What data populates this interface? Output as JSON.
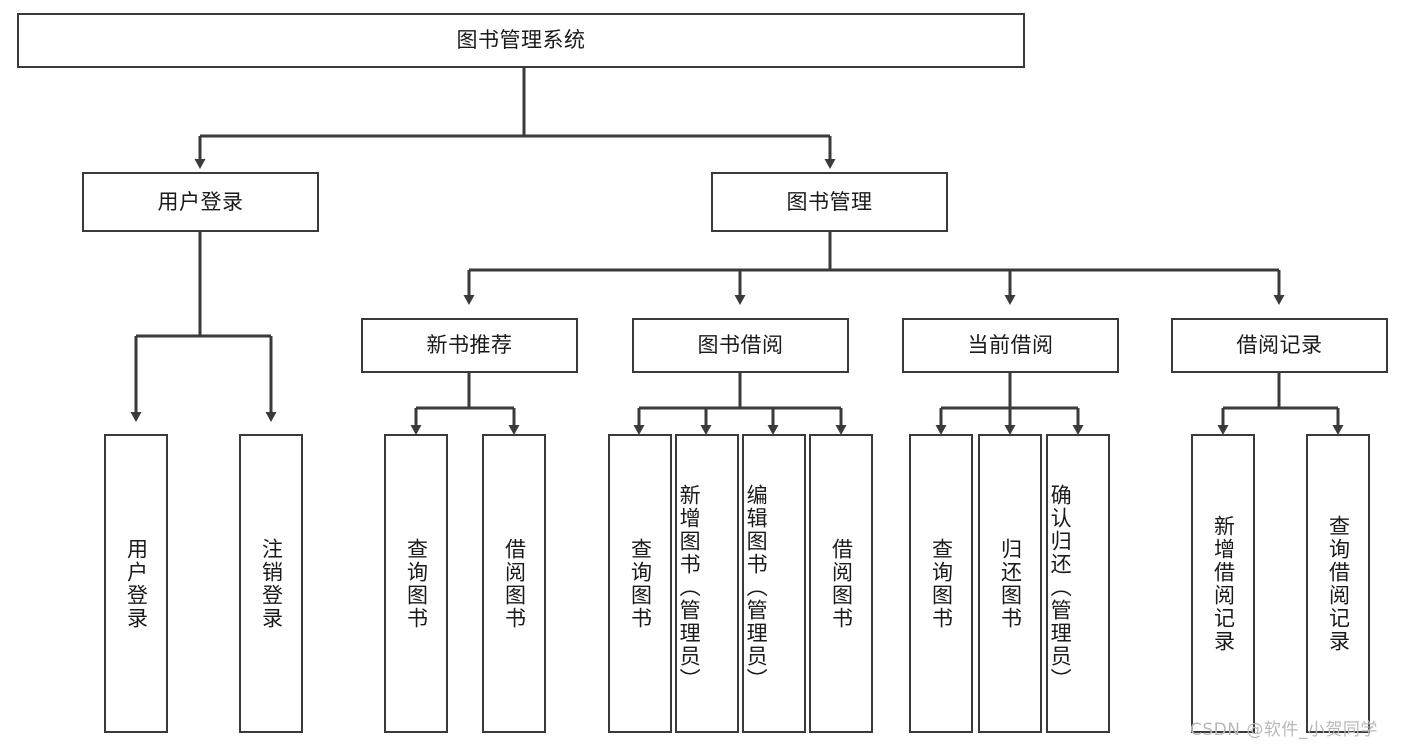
{
  "diagram": {
    "title": "图书管理系统",
    "watermark": "CSDN @软件_小贺同学",
    "colors": {
      "stroke": "#3a3a3a",
      "fill": "#ffffff",
      "text": "#1a1a1a",
      "watermark": "#b9b9b9"
    },
    "root": {
      "label": "图书管理系统"
    },
    "level2": [
      {
        "label": "用户登录"
      },
      {
        "label": "图书管理"
      }
    ],
    "level3": [
      {
        "label": "新书推荐"
      },
      {
        "label": "图书借阅"
      },
      {
        "label": "当前借阅"
      },
      {
        "label": "借阅记录"
      }
    ],
    "leaves": {
      "user_login": [
        {
          "label": "用户登录"
        },
        {
          "label": "注销登录"
        }
      ],
      "new_book_recommend": [
        {
          "label": "查询图书"
        },
        {
          "label": "借阅图书"
        }
      ],
      "book_borrow": [
        {
          "label": "查询图书"
        },
        {
          "label": "新增图书（管理员）"
        },
        {
          "label": "编辑图书（管理员）"
        },
        {
          "label": "借阅图书"
        }
      ],
      "current_borrow": [
        {
          "label": "查询图书"
        },
        {
          "label": "归还图书"
        },
        {
          "label": "确认归还（管理员）"
        }
      ],
      "borrow_record": [
        {
          "label": "新增借阅记录"
        },
        {
          "label": "查询借阅记录"
        }
      ]
    }
  }
}
